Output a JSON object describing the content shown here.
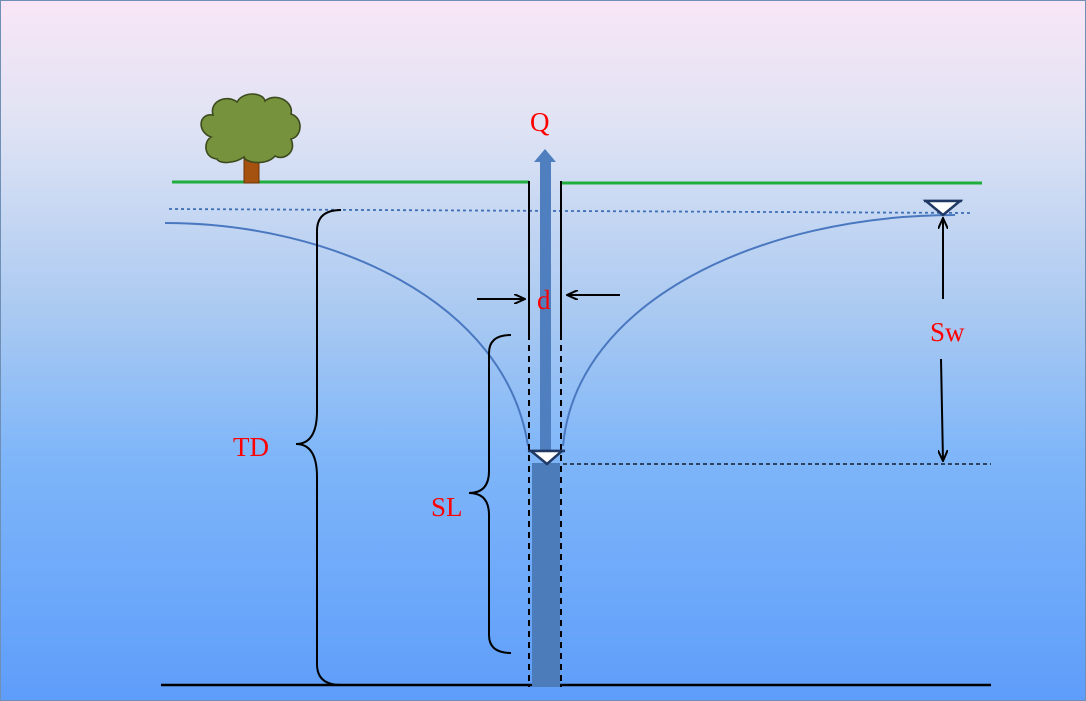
{
  "labels": {
    "flow": "Q",
    "diameter": "d",
    "drawdown": "Sw",
    "total_depth": "TD",
    "screen_length": "SL"
  },
  "colors": {
    "ground_line": "#1fae3c",
    "well_pipe": "#4f7fbf",
    "cone": "#4a78c0",
    "label": "#ff0000",
    "tree_canopy": "#76923c",
    "tree_trunk": "#a5510f"
  },
  "icons": {
    "tree": "tree-icon",
    "water_level": "water-level-triangle-icon"
  }
}
